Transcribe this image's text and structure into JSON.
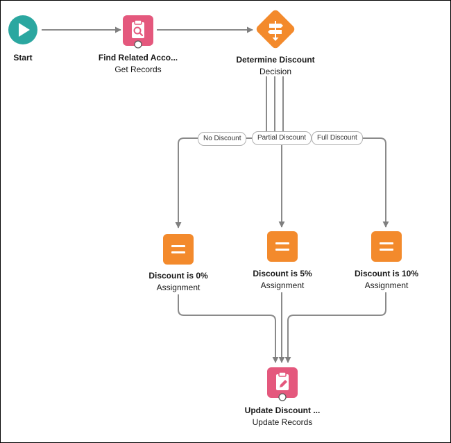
{
  "colors": {
    "start": "#2ba7a0",
    "records": "#e4587d",
    "logic": "#f38a2c",
    "connector": "#7f7f7f"
  },
  "nodes": {
    "start": {
      "title": "Start",
      "icon": "play-icon"
    },
    "find_related": {
      "title": "Find Related Acco...",
      "subtitle": "Get Records",
      "icon": "clipboard-search-icon"
    },
    "determine_discount": {
      "title": "Determine Discount",
      "subtitle": "Decision",
      "icon": "decision-signpost-icon"
    },
    "discount_0": {
      "title": "Discount is 0%",
      "subtitle": "Assignment",
      "icon": "assignment-equals-icon"
    },
    "discount_5": {
      "title": "Discount is 5%",
      "subtitle": "Assignment",
      "icon": "assignment-equals-icon"
    },
    "discount_10": {
      "title": "Discount is 10%",
      "subtitle": "Assignment",
      "icon": "assignment-equals-icon"
    },
    "update_discount": {
      "title": "Update Discount ...",
      "subtitle": "Update Records",
      "icon": "clipboard-edit-icon"
    }
  },
  "outcomes": {
    "no_discount": "No Discount",
    "partial_discount": "Partial Discount",
    "full_discount": "Full Discount"
  }
}
